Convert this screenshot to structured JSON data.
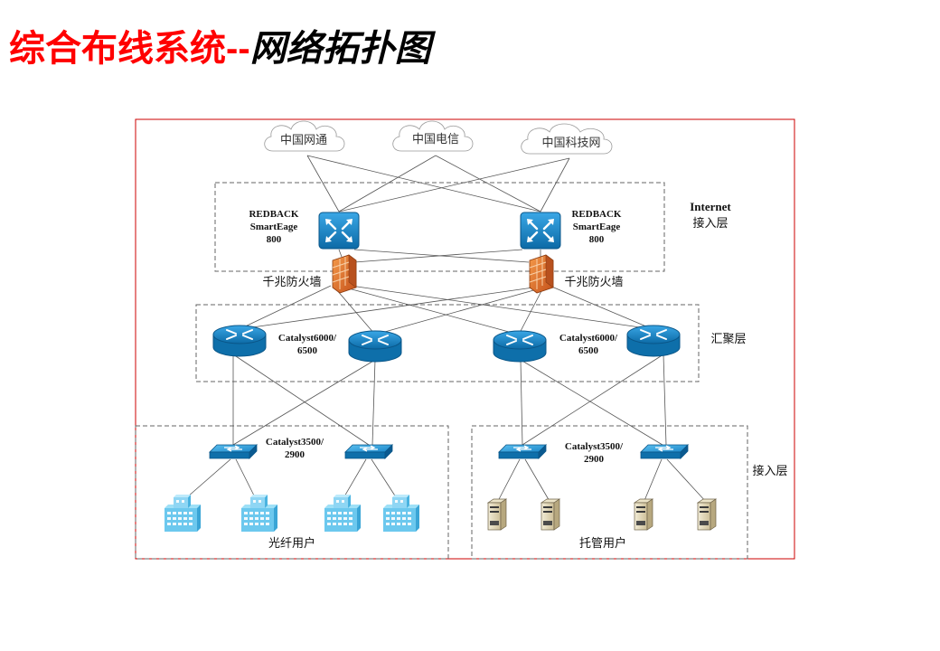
{
  "title": {
    "part1": "综合布线系统--",
    "part2": "网络拓扑图"
  },
  "clouds": [
    "中国网通",
    "中国电信",
    "中国科技网"
  ],
  "layers": {
    "internet_line1": "Internet",
    "internet_line2": "接入层",
    "aggregation": "汇聚层",
    "access": "接入层"
  },
  "routers": [
    {
      "line1": "REDBACK",
      "line2": "SmartEage",
      "line3": "800"
    },
    {
      "line1": "REDBACK",
      "line2": "SmartEage",
      "line3": "800"
    }
  ],
  "firewalls": [
    "千兆防火墙",
    "千兆防火墙"
  ],
  "core_groups": [
    {
      "line1": "Catalyst6000/",
      "line2": "6500"
    },
    {
      "line1": "Catalyst6000/",
      "line2": "6500"
    }
  ],
  "access_groups": [
    {
      "line1": "Catalyst3500/",
      "line2": "2900",
      "users": "光纤用户"
    },
    {
      "line1": "Catalyst3500/",
      "line2": "2900",
      "users": "托管用户"
    }
  ],
  "colors": {
    "title_red": "#ff0000",
    "device_blue": "#1a8fd1",
    "frame_red": "#cc0000",
    "firewall_orange": "#e8742a"
  }
}
